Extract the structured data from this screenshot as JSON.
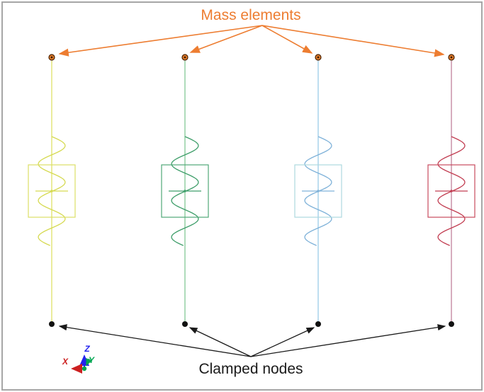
{
  "diagram": {
    "top_label": "Mass elements",
    "bottom_label": "Clamped nodes",
    "top_label_color": "#ED7D31",
    "bottom_label_color": "#1a1a1a",
    "mass_arrow_color": "#ED7D31",
    "clamped_arrow_color": "#1a1a1a",
    "mass_node_color": "#e07b2a",
    "mass_node_outline": "#4a2000",
    "mass_node_core": "#3a1a00",
    "clamped_node_color": "#111111",
    "mass_node_count": 4,
    "clamped_node_count": 4,
    "springs": [
      {
        "name": "spring-yellow",
        "spring_color": "#d6da52",
        "line_color": "#e3e67c",
        "box_color": "#dbde66"
      },
      {
        "name": "spring-green",
        "spring_color": "#3f9e6a",
        "line_color": "#93cfa4",
        "box_color": "#4fa877"
      },
      {
        "name": "spring-blue",
        "spring_color": "#7fb2d9",
        "line_color": "#a9d3ec",
        "box_color": "#aed9de"
      },
      {
        "name": "spring-red",
        "spring_color": "#c23e52",
        "line_color": "#c992a8",
        "box_color": "#c74b5e"
      }
    ],
    "triad": {
      "x_label": "X",
      "y_label": "Y",
      "z_label": "Z",
      "x_color": "#cc2020",
      "y_color": "#00a651",
      "z_color": "#2323ee"
    }
  }
}
